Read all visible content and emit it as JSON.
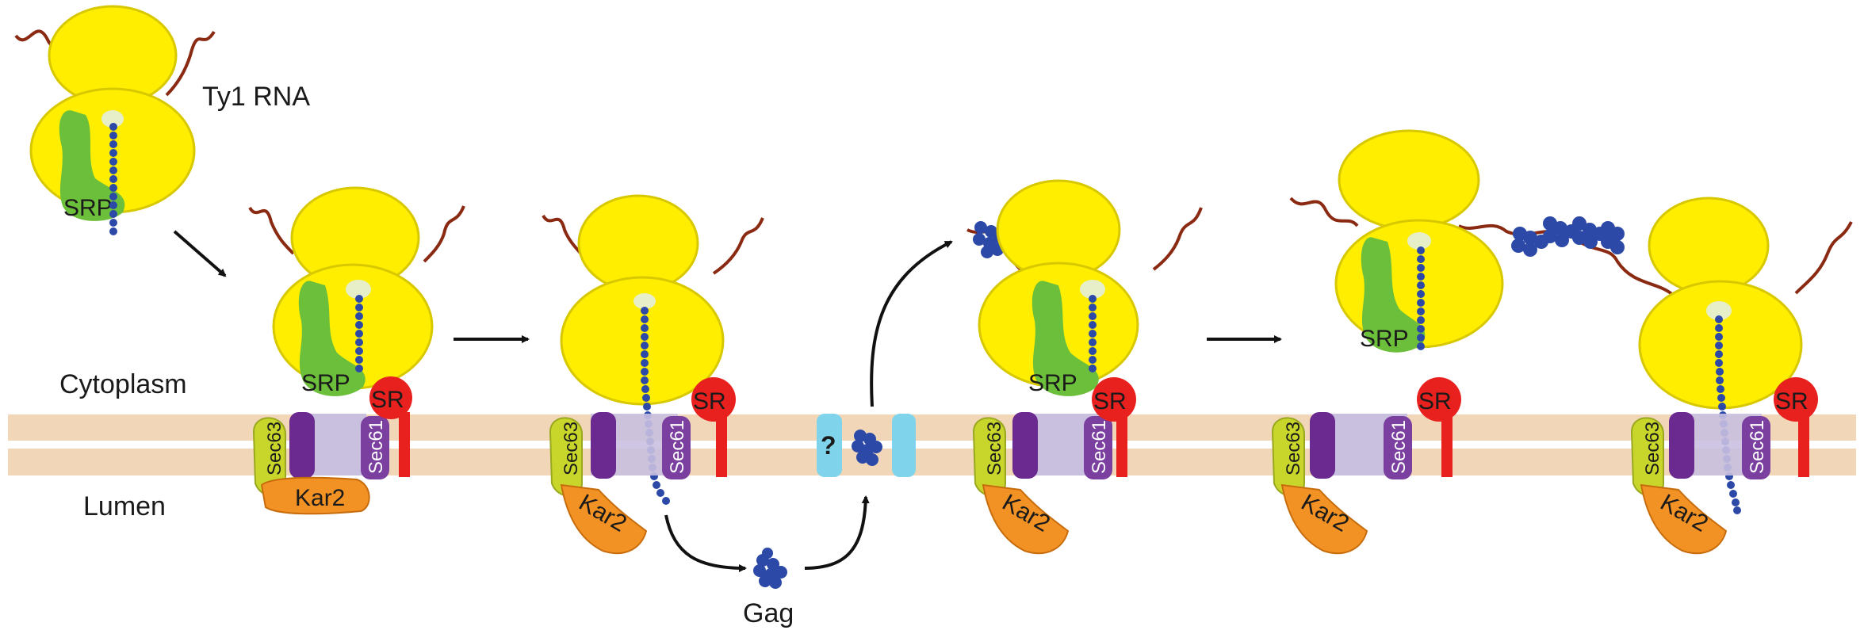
{
  "labels": {
    "rna": "Ty1 RNA",
    "cytoplasm": "Cytoplasm",
    "lumen": "Lumen",
    "gag": "Gag",
    "unknown": "?"
  },
  "proteins": {
    "srp": "SRP",
    "sr": "SR",
    "sec63": "Sec63",
    "sec61": "Sec61",
    "kar2": "Kar2"
  },
  "colors": {
    "ribosome": "#ffee00",
    "srp": "#6cbf3a",
    "sr": "#e8211f",
    "sec63": "#c8d62b",
    "sec61": "#7b3fa0",
    "channel": "#c9c0e0",
    "kar2": "#f39224",
    "membrane": "#f1d7b8",
    "peptide": "#2c49a8",
    "rna": "#8b2a12",
    "gag": "#2c49a8",
    "pore": "#7fd3ea"
  },
  "stages": [
    "stage-1-srp-targeting",
    "stage-2-docking",
    "stage-3-translocation",
    "stage-4-gag-return",
    "stage-5-ribosome-release"
  ]
}
